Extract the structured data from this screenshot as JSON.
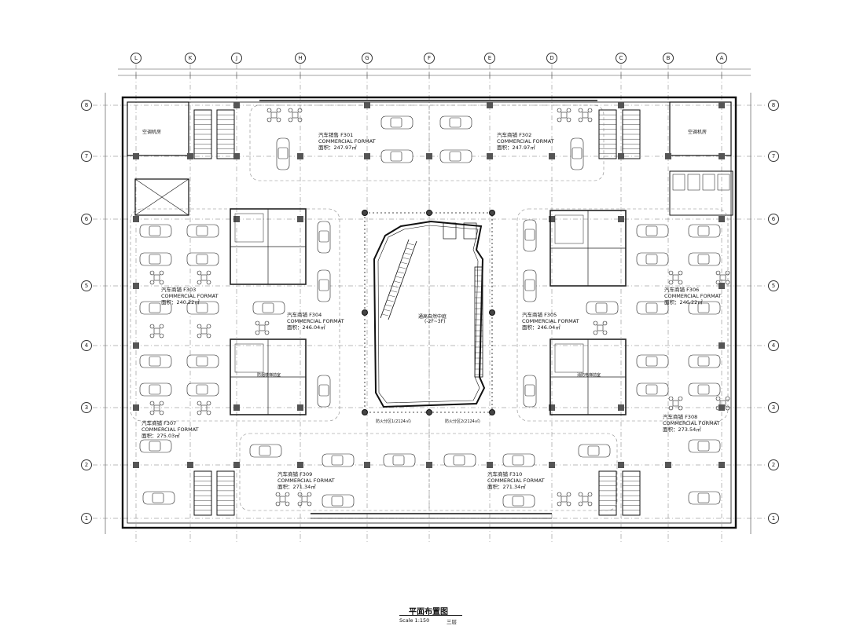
{
  "drawing": {
    "title": "平面布置图",
    "scale": "Scale 1:150",
    "floor": "三层"
  },
  "axes": {
    "top": [
      "L",
      "K",
      "J",
      "H",
      "G",
      "F",
      "E",
      "D",
      "C",
      "B",
      "A"
    ],
    "left": [
      "8",
      "7",
      "6",
      "5",
      "4",
      "3",
      "2",
      "1"
    ]
  },
  "units": [
    {
      "name": "汽车销售 F301",
      "format": "COMMERCIAL FORMAT",
      "area": "面积：247.97㎡"
    },
    {
      "name": "汽车商铺 F302",
      "format": "COMMERCIAL FORMAT",
      "area": "面积：247.97㎡"
    },
    {
      "name": "汽车商铺 F303",
      "format": "COMMERCIAL FORMAT",
      "area": "面积：240.22㎡"
    },
    {
      "name": "汽车商铺 F304",
      "format": "COMMERCIAL FORMAT",
      "area": "面积：246.04㎡"
    },
    {
      "name": "汽车商铺 F305",
      "format": "COMMERCIAL FORMAT",
      "area": "面积：246.04㎡"
    },
    {
      "name": "汽车商铺 F306",
      "format": "COMMERCIAL FORMAT",
      "area": "面积：246.22㎡"
    },
    {
      "name": "汽车商铺 F307",
      "format": "COMMERCIAL FORMAT",
      "area": "面积：275.03㎡"
    },
    {
      "name": "汽车商铺 F308",
      "format": "COMMERCIAL FORMAT",
      "area": "面积：273.54㎡"
    },
    {
      "name": "汽车商铺 F309",
      "format": "COMMERCIAL FORMAT",
      "area": "面积：271.34㎡"
    },
    {
      "name": "汽车商铺 F310",
      "format": "COMMERCIAL FORMAT",
      "area": "面积：271.34㎡"
    }
  ],
  "rooms": {
    "ac_left": "空调机房",
    "ac_right": "空调机房",
    "atrium": "通高自然中庭",
    "atrium_sub": "(-2F~3F)",
    "fire_zone_1": "防火分区1(2124㎡)",
    "fire_zone_2": "防火分区2(2124㎡)",
    "core_left": "防烟楼梯前室",
    "core_right": "消防电梯前室"
  }
}
